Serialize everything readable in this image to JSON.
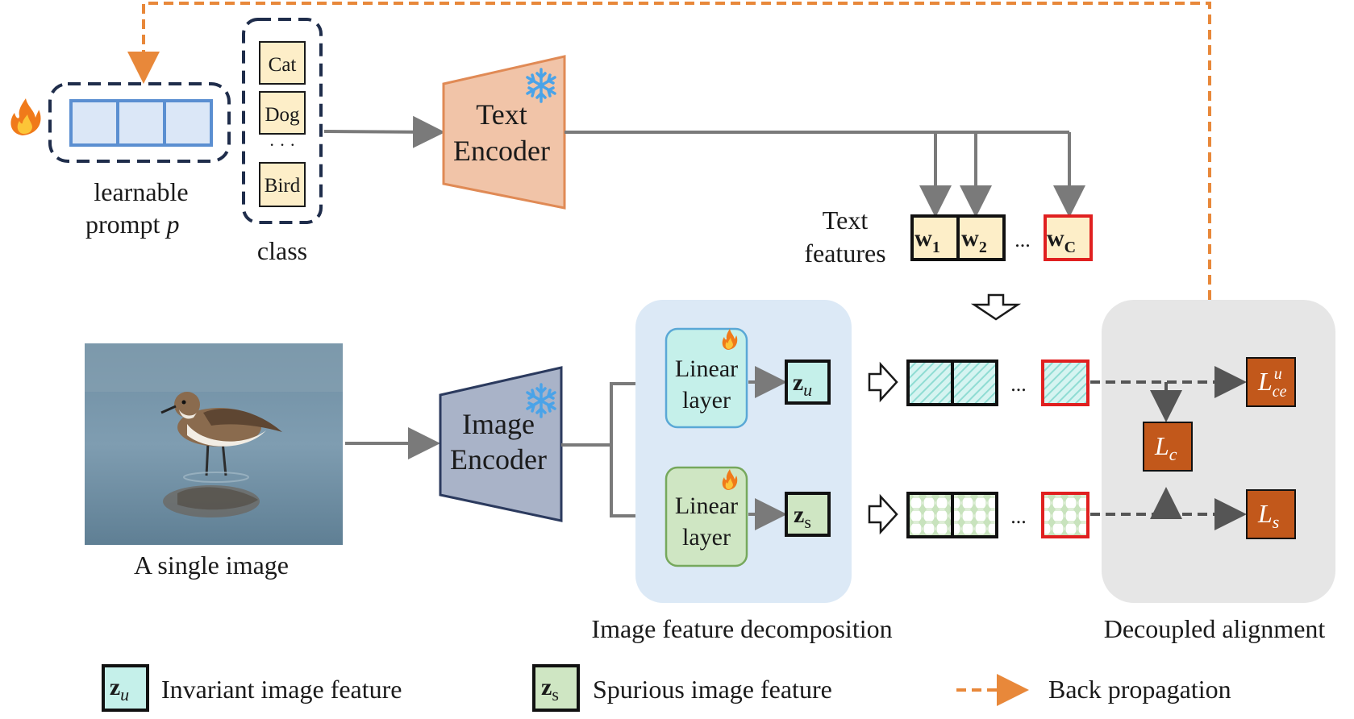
{
  "prompt": {
    "label_line1": "learnable",
    "label_line2_prefix": "prompt ",
    "label_line2_var": "p"
  },
  "classes": {
    "items": [
      "Cat",
      "Dog",
      "Bird"
    ],
    "ellipsis": "· · ·",
    "label": "class"
  },
  "text_encoder": {
    "line1": "Text",
    "line2": "Encoder"
  },
  "image_encoder": {
    "line1": "Image",
    "line2": "Encoder"
  },
  "text_features": {
    "label_line1": "Text",
    "label_line2": "features",
    "w1": {
      "base": "w",
      "sub": "1"
    },
    "w2": {
      "base": "w",
      "sub": "2"
    },
    "wc": {
      "base": "w",
      "sub": "C"
    },
    "ellipsis": "..."
  },
  "image": {
    "label": "A single image"
  },
  "decomposition": {
    "title": "Image feature decomposition",
    "linear_top": {
      "line1": "Linear",
      "line2": "layer"
    },
    "linear_bottom": {
      "line1": "Linear",
      "line2": "layer"
    },
    "zu": {
      "base": "z",
      "sub": "u"
    },
    "zs": {
      "base": "z",
      "sub": "s"
    }
  },
  "rows": {
    "ellipsis_top": "...",
    "ellipsis_bottom": "..."
  },
  "alignment": {
    "title": "Decoupled alignment",
    "l_ce_u": {
      "base": "L",
      "sup": "u",
      "sub": "ce"
    },
    "l_c": {
      "base": "L",
      "sub": "c"
    },
    "l_s": {
      "base": "L",
      "sub": "s"
    }
  },
  "legend": {
    "invariant": "Invariant image feature",
    "spurious": "Spurious image feature",
    "backprop": "Back propagation",
    "zu": {
      "base": "z",
      "sub": "u"
    },
    "zs": {
      "base": "z",
      "sub": "s"
    }
  },
  "colors": {
    "backprop": "#e8883a",
    "text_encoder_fill": "#f1c4a8",
    "text_encoder_stroke": "#e08a55",
    "image_encoder_fill": "#a9b3c8",
    "image_encoder_stroke": "#2b3a5e",
    "prompt_fill": "#dbe7f7",
    "prompt_stroke": "#5b8fd1",
    "class_fill": "#fdeec8",
    "decomp_panel": "#dce9f6",
    "linear_top_fill": "#c5f0ea",
    "linear_top_stroke": "#5aa8d6",
    "linear_bottom_fill": "#cfe6c3",
    "linear_bottom_stroke": "#76a85c",
    "align_panel": "#e6e6e6",
    "loss_fill": "#c2581b",
    "highlight_red": "#e02020"
  },
  "icons": {
    "flame": "flame-icon",
    "snowflake": "snowflake-icon",
    "bird_photo": "bird-photo"
  }
}
